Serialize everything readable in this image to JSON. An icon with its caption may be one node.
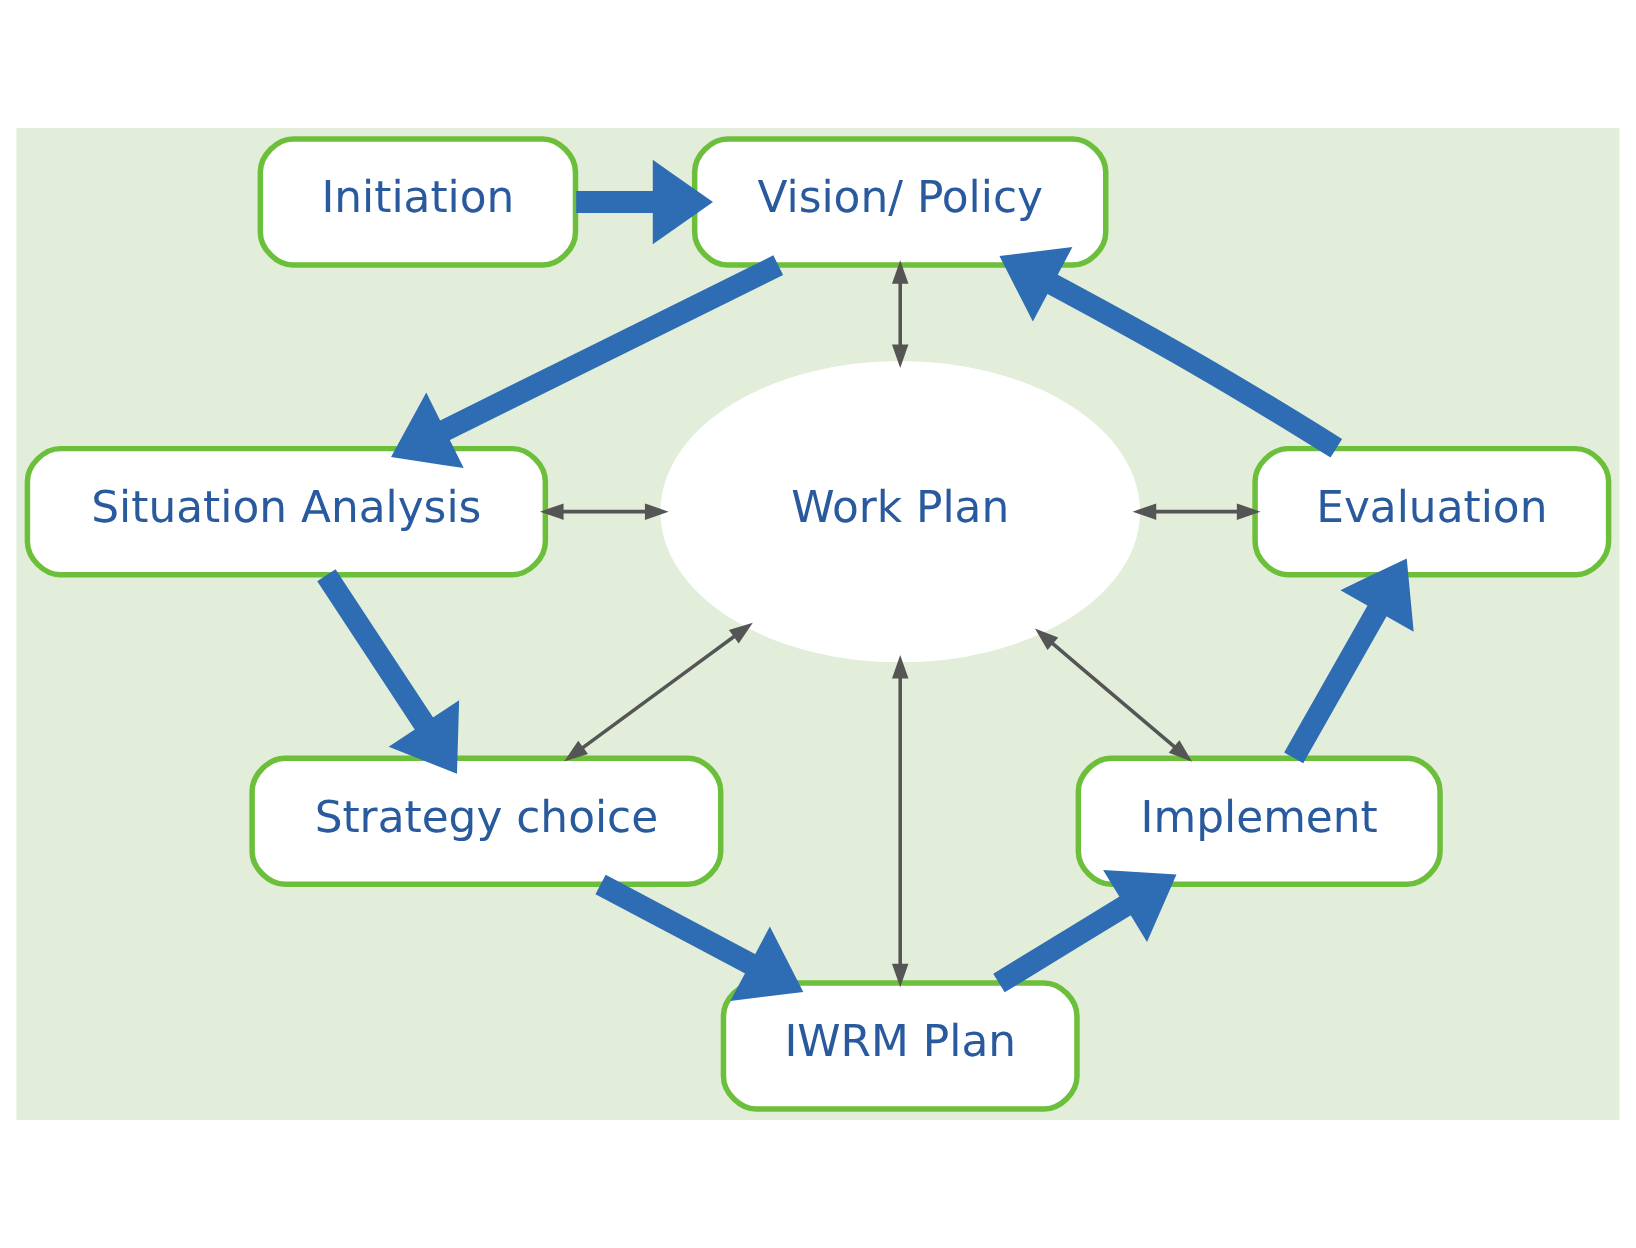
{
  "diagram": {
    "nodes": [
      {
        "text": [
          "Initiation"
        ]
      },
      {
        "text": [
          "Vision/ Policy"
        ]
      },
      {
        "text": [
          "Situation Analysis"
        ]
      },
      {
        "text": [
          "Strategy choice"
        ]
      },
      {
        "text": [
          "IWRM Plan"
        ]
      },
      {
        "text": [
          "Implement"
        ]
      },
      {
        "text": [
          "Evaluation"
        ]
      },
      {
        "text": [
          "Work Plan"
        ]
      }
    ],
    "edges": [
      {
        "from": 0,
        "to": 1,
        "arrow": "to"
      },
      {
        "from": 1,
        "to": 2,
        "arrow": "to"
      },
      {
        "from": 2,
        "to": 3,
        "arrow": "to"
      },
      {
        "from": 3,
        "to": 4,
        "arrow": "to"
      },
      {
        "from": 4,
        "to": 5,
        "arrow": "to"
      },
      {
        "from": 5,
        "to": 6,
        "arrow": "to"
      },
      {
        "from": 6,
        "to": 1,
        "arrow": "to"
      },
      {
        "from": 7,
        "to": 1,
        "arrow": "both",
        "color": "#555555"
      },
      {
        "from": 7,
        "to": 2,
        "arrow": "both",
        "color": "#555555"
      },
      {
        "from": 7,
        "to": 3,
        "arrow": "both",
        "color": "#555555"
      },
      {
        "from": 7,
        "to": 4,
        "arrow": "both",
        "color": "#555555"
      },
      {
        "from": 7,
        "to": 5,
        "arrow": "both",
        "color": "#555555"
      },
      {
        "from": 7,
        "to": 6,
        "arrow": "both",
        "color": "#555555"
      }
    ]
  }
}
